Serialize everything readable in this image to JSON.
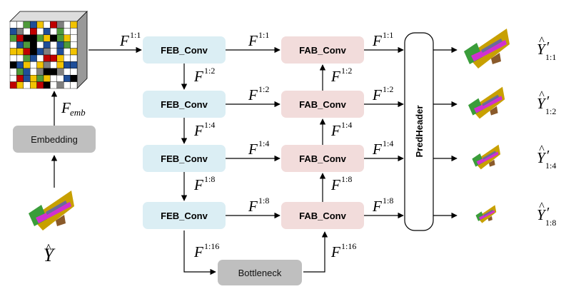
{
  "input": {
    "symbol": "Y",
    "hat": "^"
  },
  "embedding": {
    "label": "Embedding"
  },
  "f_emb": {
    "main": "F",
    "sub": "emb"
  },
  "feature_symbol": "F",
  "scales": [
    "1:1",
    "1:2",
    "1:4",
    "1:8"
  ],
  "bottleneck_scale": "1:16",
  "feb_label": "FEB_Conv",
  "fab_label": "FAB_Conv",
  "bottleneck_label": "Bottleneck",
  "pred_header_label": "PredHeader",
  "outputs": [
    {
      "main": "Y",
      "prime": "′",
      "sub": "1:1"
    },
    {
      "main": "Y",
      "prime": "′",
      "sub": "1:2"
    },
    {
      "main": "Y",
      "prime": "′",
      "sub": "1:4"
    },
    {
      "main": "Y",
      "prime": "′",
      "sub": "1:8"
    }
  ],
  "colors": {
    "feb_fill": "#dbeef4",
    "fab_fill": "#f2dcdb",
    "gray_fill": "#bfbfbf",
    "cube_palette": [
      "#c00000",
      "#4f9a3a",
      "#1f4e99",
      "#f2c300",
      "#ffffff",
      "#ffffff",
      "#ffffff",
      "#7f7f7f",
      "#000000"
    ],
    "scene_colors": [
      "#c8a000",
      "#3a9d3a",
      "#d030d0",
      "#6a6a9a",
      "#8a5a2a"
    ]
  }
}
